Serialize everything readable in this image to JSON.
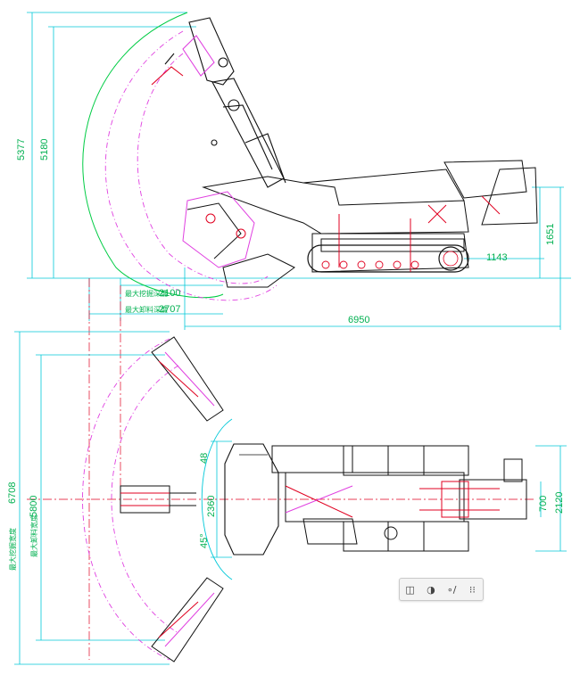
{
  "dimensions": {
    "height_total": "5377",
    "height_inner": "5180",
    "depth_a": "2100",
    "depth_b": "2707",
    "length_total": "6950",
    "height_rear": "1651",
    "rear_offset": "1143",
    "width_span": "6708",
    "width_span_inner": "5800",
    "blade_width": "2360",
    "track_gauge": "700",
    "body_width": "2120",
    "angle_upper": "48",
    "angle_lower": "45°"
  },
  "labels": {
    "depth_a_prefix": "最大挖掘深度",
    "depth_b_prefix": "最大卸料深度",
    "width_span_prefix": "最大挖掘宽度",
    "width_span_inner_prefix": "最大卸料宽度"
  },
  "colors": {
    "dim_line": "#00c8d8",
    "dim_text": "#00b050",
    "arc_green": "#00cc44",
    "arc_magenta": "#e040e0",
    "body_line": "#111111",
    "accent_red": "#e00020"
  },
  "toolbar": {
    "icons": [
      "layout-icon",
      "color-icon",
      "pen-icon",
      "grid-icon"
    ],
    "glyphs": [
      "◫",
      "◑",
      "∘/",
      "⁝⁝"
    ]
  }
}
